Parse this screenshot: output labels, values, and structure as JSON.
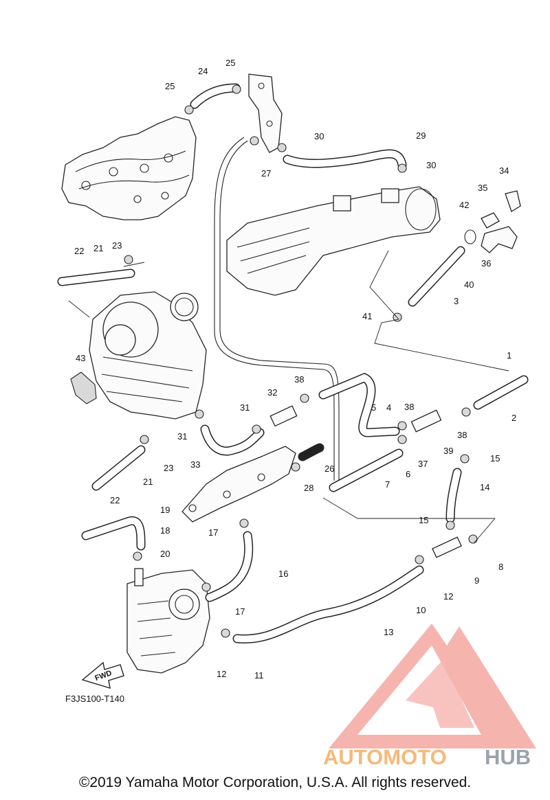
{
  "drawing_code": "F3JS100-T140",
  "fwd_label": "FWD",
  "copyright": "©2019 Yamaha Motor Corporation, U.S.A. All rights reserved.",
  "watermark": {
    "text_a": "AUTOMOTO",
    "text_b": "HUB",
    "color_a": "#f5b97a",
    "color_b": "#9aa3ad",
    "logo_color": "#f29b94"
  },
  "callouts": [
    "1",
    "2",
    "3",
    "4",
    "5",
    "6",
    "7",
    "8",
    "9",
    "10",
    "11",
    "12",
    "12",
    "13",
    "14",
    "15",
    "15",
    "16",
    "17",
    "17",
    "18",
    "19",
    "20",
    "21",
    "21",
    "22",
    "22",
    "23",
    "23",
    "24",
    "25",
    "25",
    "26",
    "27",
    "28",
    "29",
    "30",
    "30",
    "31",
    "31",
    "32",
    "33",
    "34",
    "35",
    "36",
    "37",
    "38",
    "38",
    "38",
    "39",
    "40",
    "41",
    "42",
    "43"
  ]
}
